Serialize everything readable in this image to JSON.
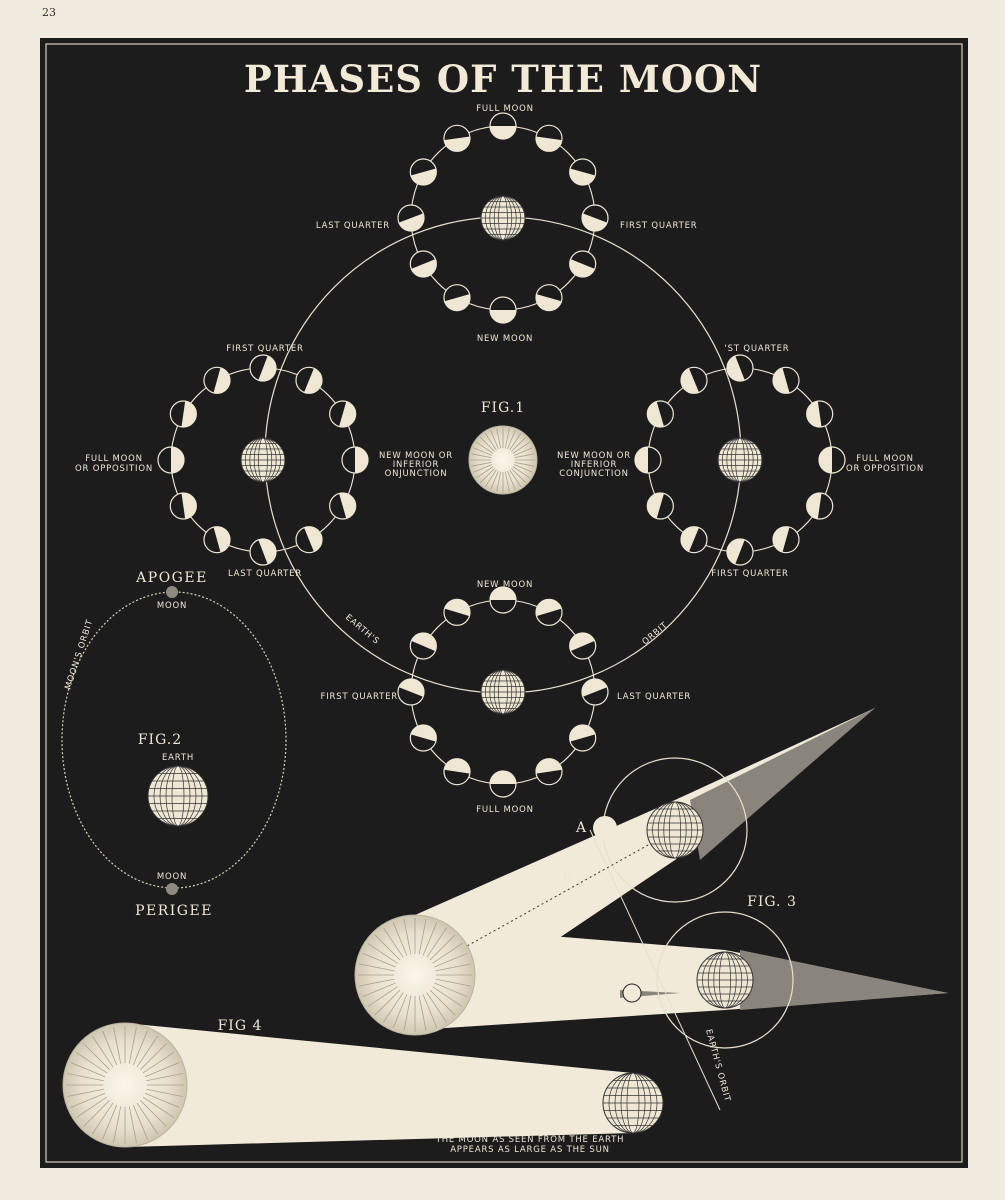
{
  "page_number": "23",
  "title": "PHASES OF THE MOON",
  "colors": {
    "paper": "#f2ecdf",
    "plate": "#1c1c1c",
    "ink": "#efe7d3"
  },
  "fig1": {
    "label": "FIG.1",
    "top": {
      "top": "FULL MOON",
      "bottom": "NEW MOON",
      "left": "LAST QUARTER",
      "right": "FIRST QUARTER"
    },
    "bottom": {
      "top": "NEW MOON",
      "bottom": "FULL MOON",
      "left": "FIRST QUARTER",
      "right": "LAST QUARTER"
    },
    "left": {
      "top": "FIRST QUARTER",
      "bottom": "LAST QUARTER",
      "outer1": "FULL MOON",
      "outer2": "OR OPPOSITION",
      "inner1": "NEW MOON OR",
      "inner2": "INFERIOR",
      "inner3": "ONJUNCTION"
    },
    "right": {
      "top": "'ST QUARTER",
      "bottom": "FIRST QUARTER",
      "outer1": "FULL MOON",
      "outer2": "OR OPPOSITION",
      "inner1": "NEW MOON OR",
      "inner2": "INFERIOR",
      "inner3": "CONJUNCTION"
    },
    "orbit_left": "EARTH'S",
    "orbit_right": "ORBIT"
  },
  "fig2": {
    "label": "FIG.2",
    "apogee": "APOGEE",
    "perigee": "PERIGEE",
    "moon_top": "MOON",
    "moon_bottom": "MOON",
    "earth": "EARTH",
    "orbit": "MOON'S ORBIT"
  },
  "fig3": {
    "label": "FIG. 3",
    "a": "A",
    "b": "B",
    "new_moon": "NEW MOON",
    "orbit": "EARTH'S ORBIT"
  },
  "fig4": {
    "label": "FIG 4",
    "caption1": "THE MOON AS SEEN FROM THE EARTH",
    "caption2": "APPEARS AS LARGE AS THE SUN"
  }
}
